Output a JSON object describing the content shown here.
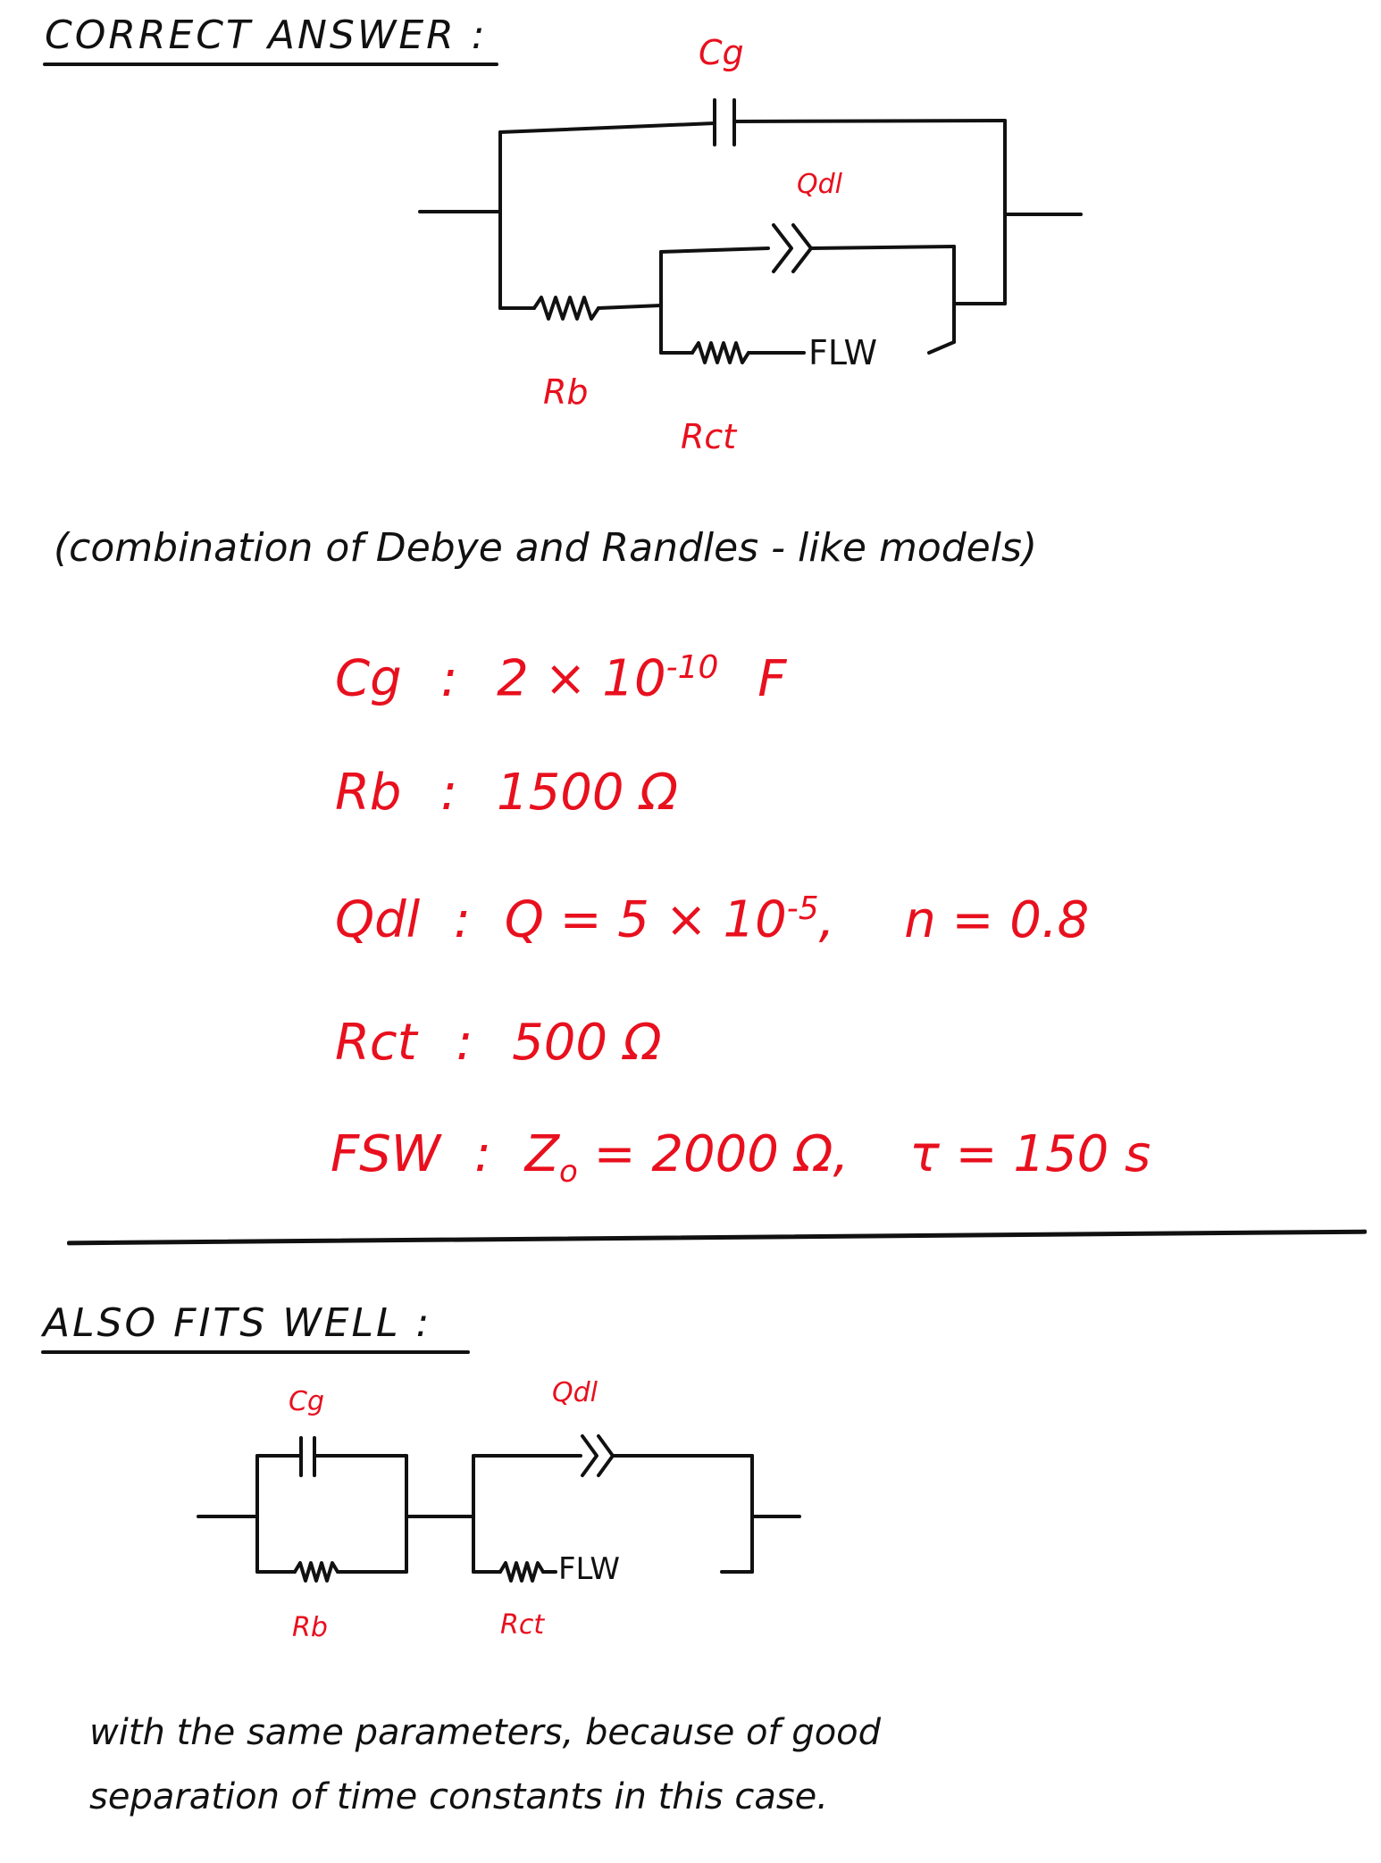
{
  "colors": {
    "ink": "#111111",
    "accent": "#e8101e"
  },
  "correct": {
    "heading": "CORRECT ANSWER :",
    "labels": {
      "cg": "Cg",
      "qdl": "Qdl",
      "rb": "Rb",
      "rct": "Rct",
      "flw": "FLW"
    },
    "combination_note": "(combination of Debye and Randles - like models)",
    "params": {
      "cg": {
        "label": "Cg",
        "value": "2 × 10",
        "exp": "-10",
        "unit": "F"
      },
      "rb": {
        "label": "Rb",
        "value": "1500 Ω"
      },
      "qdl": {
        "label": "Qdl",
        "q_value": "Q = 5 × 10",
        "q_exp": "-5",
        "n_value": "n = 0.8"
      },
      "rct": {
        "label": "Rct",
        "value": "500 Ω"
      },
      "fsw": {
        "label": "FSW",
        "z_value": "Z",
        "z_sub": "o",
        "z_rest": "= 2000 Ω",
        "tau": "τ = 150 s"
      }
    }
  },
  "alternative": {
    "heading": "ALSO FITS WELL :",
    "labels": {
      "cg": "Cg",
      "qdl": "Qdl",
      "rb": "Rb",
      "rct": "Rct",
      "flw": "FLW"
    },
    "note_line1": "with the same parameters, because of good",
    "note_line2": "separation of time constants in this case."
  }
}
